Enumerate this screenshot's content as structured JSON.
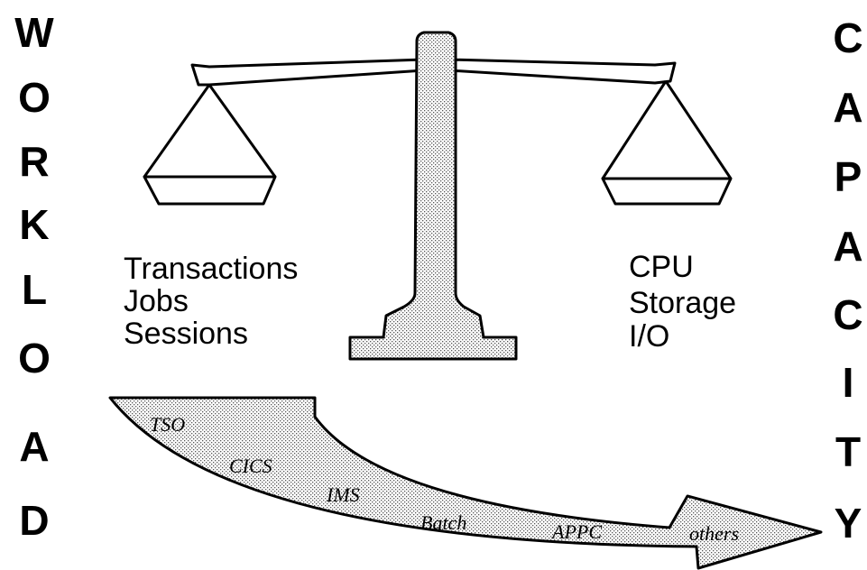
{
  "workload_label_letters": [
    "W",
    "O",
    "R",
    "K",
    "L",
    "O",
    "A",
    "D"
  ],
  "capacity_label_letters": [
    "C",
    "A",
    "P",
    "A",
    "C",
    "I",
    "T",
    "Y"
  ],
  "left_pan_items": [
    "Transactions",
    "Jobs",
    "Sessions"
  ],
  "right_pan_items": [
    "CPU",
    "Storage",
    "I/O"
  ],
  "workload_types": [
    "TSO",
    "CICS",
    "IMS",
    "Batch",
    "APPC",
    "others"
  ]
}
